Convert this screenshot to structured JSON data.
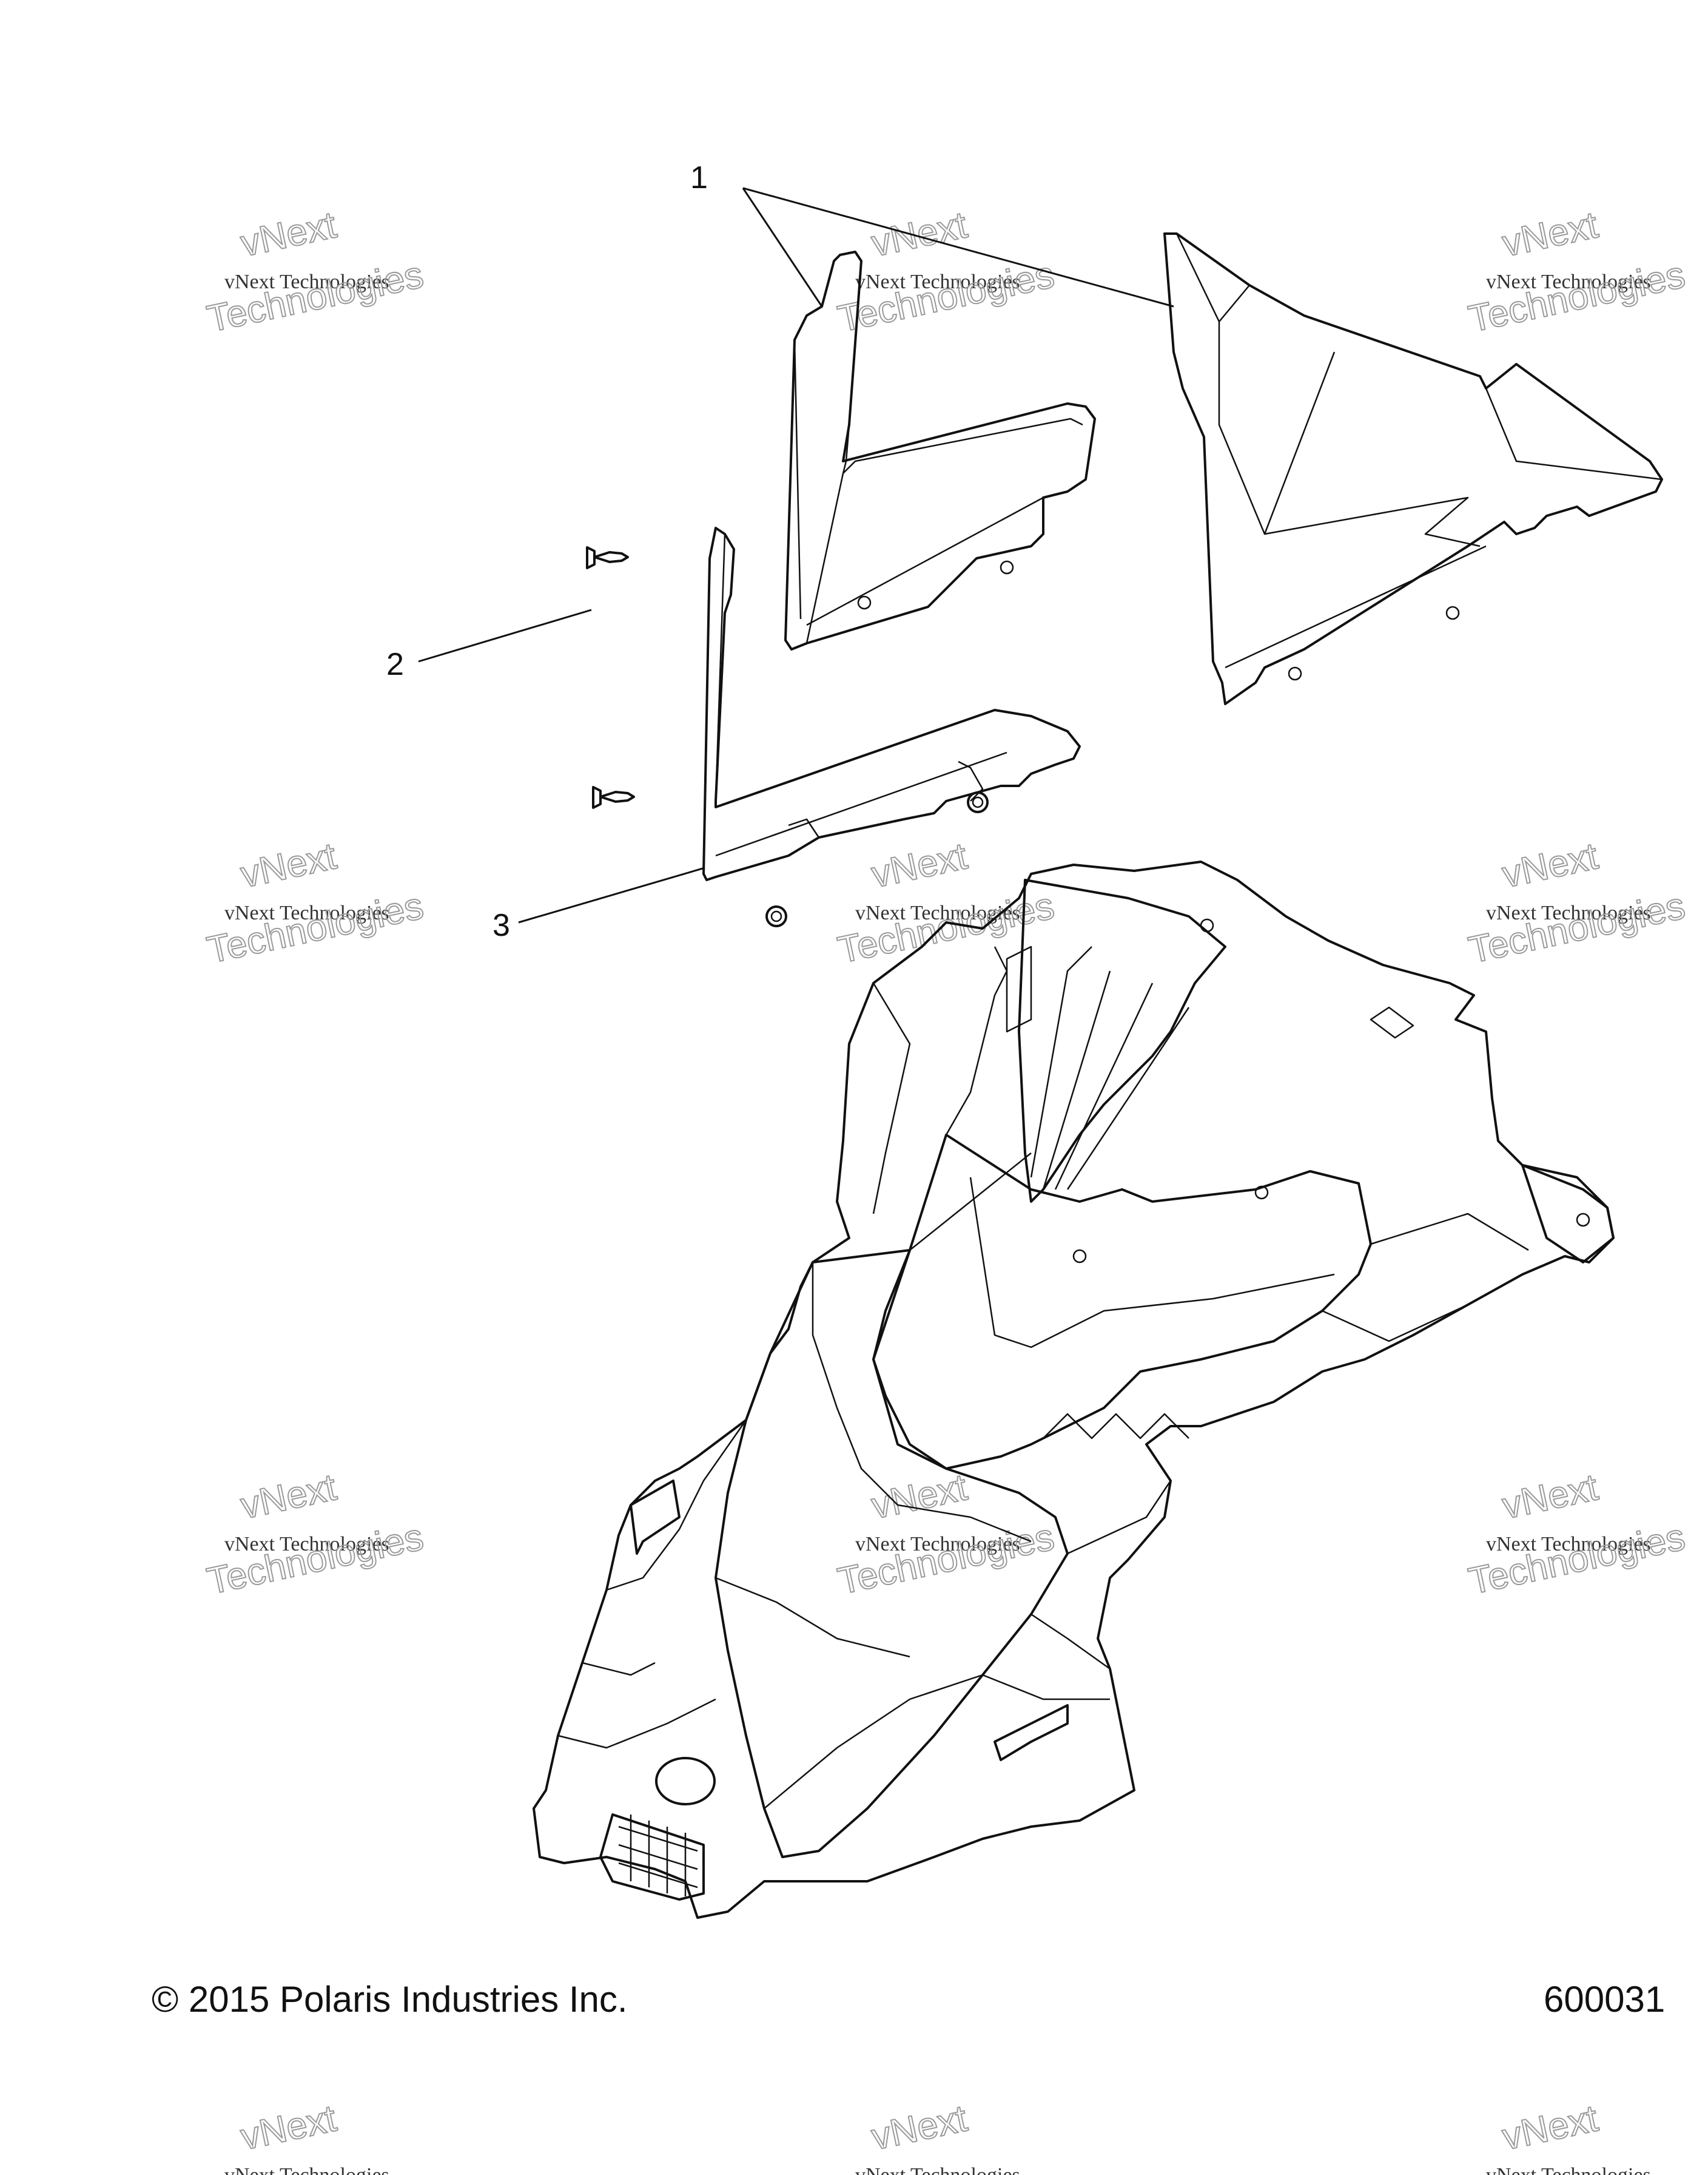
{
  "callouts": [
    {
      "id": "1",
      "label": "1"
    },
    {
      "id": "2",
      "label": "2"
    },
    {
      "id": "3",
      "label": "3"
    }
  ],
  "watermark": {
    "line1": "vNext",
    "line2": "vNext Technologies",
    "line3": "Technologies"
  },
  "footer": {
    "copyright": "© 2015 Polaris Industries Inc.",
    "figure_number": "600031"
  }
}
